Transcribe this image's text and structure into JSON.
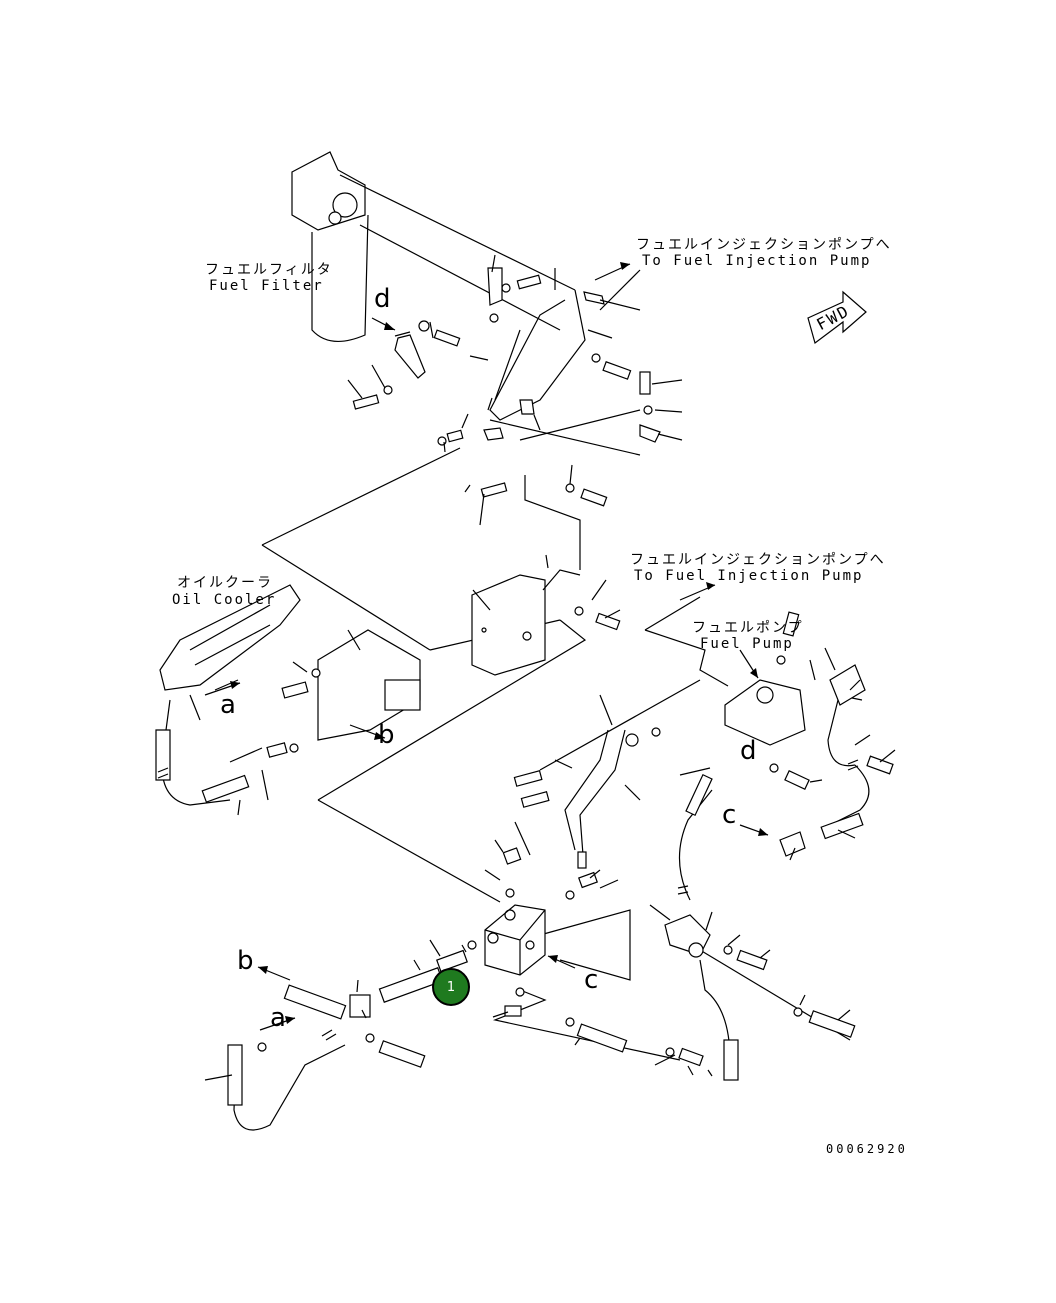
{
  "labels": {
    "fuel_filter_jp": "フュエルフィルタ",
    "fuel_filter_en": "Fuel Filter",
    "inj_pump_top_jp": "フュエルインジェクションポンプへ",
    "inj_pump_top_en": "To Fuel Injection Pump",
    "inj_pump_mid_jp": "フュエルインジェクションポンプへ",
    "inj_pump_mid_en": "To Fuel Injection Pump",
    "oil_cooler_jp": "オイルクーラ",
    "oil_cooler_en": "Oil Cooler",
    "fuel_pump_jp": "フュエルポンプ",
    "fuel_pump_en": "Fuel Pump",
    "fwd": "FWD",
    "doc_number": "00062920",
    "callout_1": "1"
  },
  "letters": {
    "a1": "a",
    "a2": "a",
    "b1": "b",
    "b2": "b",
    "c1": "c",
    "c2": "c",
    "d1": "d",
    "d2": "d"
  }
}
